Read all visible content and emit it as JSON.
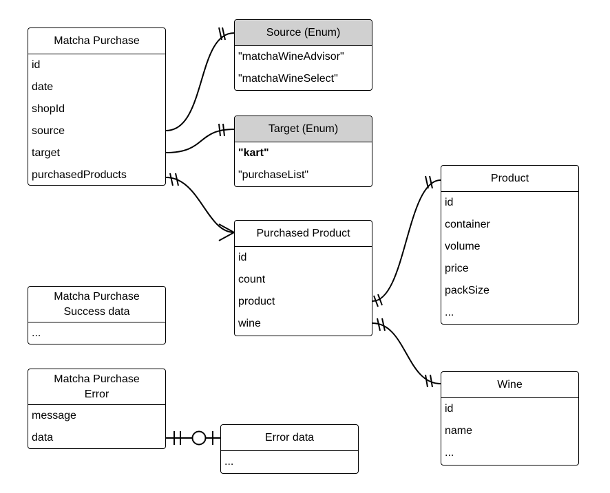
{
  "entities": {
    "matcha_purchase": {
      "title": "Matcha Purchase",
      "fields": [
        "id",
        "date",
        "shopId",
        "source",
        "target",
        "purchasedProducts"
      ]
    },
    "source_enum": {
      "title": "Source (Enum)",
      "fields": [
        "\"matchaWineAdvisor\"",
        "\"matchaWineSelect\""
      ]
    },
    "target_enum": {
      "title": "Target (Enum)",
      "fields": [
        "\"kart\"",
        "\"purchaseList\""
      ]
    },
    "purchased_product": {
      "title": "Purchased Product",
      "fields": [
        "id",
        "count",
        "product",
        "wine"
      ]
    },
    "product": {
      "title": "Product",
      "fields": [
        "id",
        "container",
        "volume",
        "price",
        "packSize",
        "..."
      ]
    },
    "success": {
      "title_line1": "Matcha Purchase",
      "title_line2": "Success data",
      "fields": [
        "..."
      ]
    },
    "error": {
      "title_line1": "Matcha Purchase",
      "title_line2": "Error",
      "fields": [
        "message",
        "data"
      ]
    },
    "error_data": {
      "title": "Error data",
      "fields": [
        "..."
      ]
    },
    "wine": {
      "title": "Wine",
      "fields": [
        "id",
        "name",
        "..."
      ]
    }
  },
  "colors": {
    "enum_header": "#d0d0d0",
    "stroke": "#000000"
  }
}
